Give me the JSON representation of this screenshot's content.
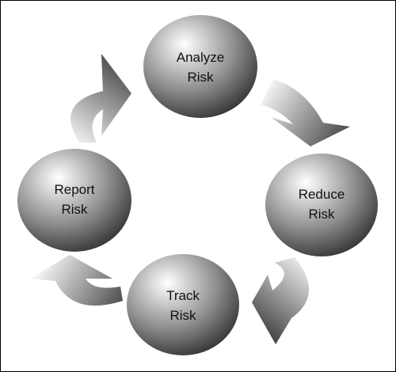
{
  "diagram": {
    "nodes": [
      {
        "id": "analyze",
        "lines": [
          "Analyze",
          "Risk"
        ]
      },
      {
        "id": "reduce",
        "lines": [
          "Reduce",
          "Risk"
        ]
      },
      {
        "id": "track",
        "lines": [
          "Track",
          "Risk"
        ]
      },
      {
        "id": "report",
        "lines": [
          "Report",
          "Risk"
        ]
      }
    ],
    "edges": [
      {
        "from": "analyze",
        "to": "reduce"
      },
      {
        "from": "reduce",
        "to": "track"
      },
      {
        "from": "track",
        "to": "report"
      },
      {
        "from": "report",
        "to": "analyze"
      }
    ],
    "colors": {
      "node_highlight": "#ffffff",
      "node_mid": "#8e8e8e",
      "node_dark": "#262626",
      "arrow_light": "#f4f4f4",
      "arrow_dark": "#4a4a4a",
      "frame": "#000000"
    }
  }
}
